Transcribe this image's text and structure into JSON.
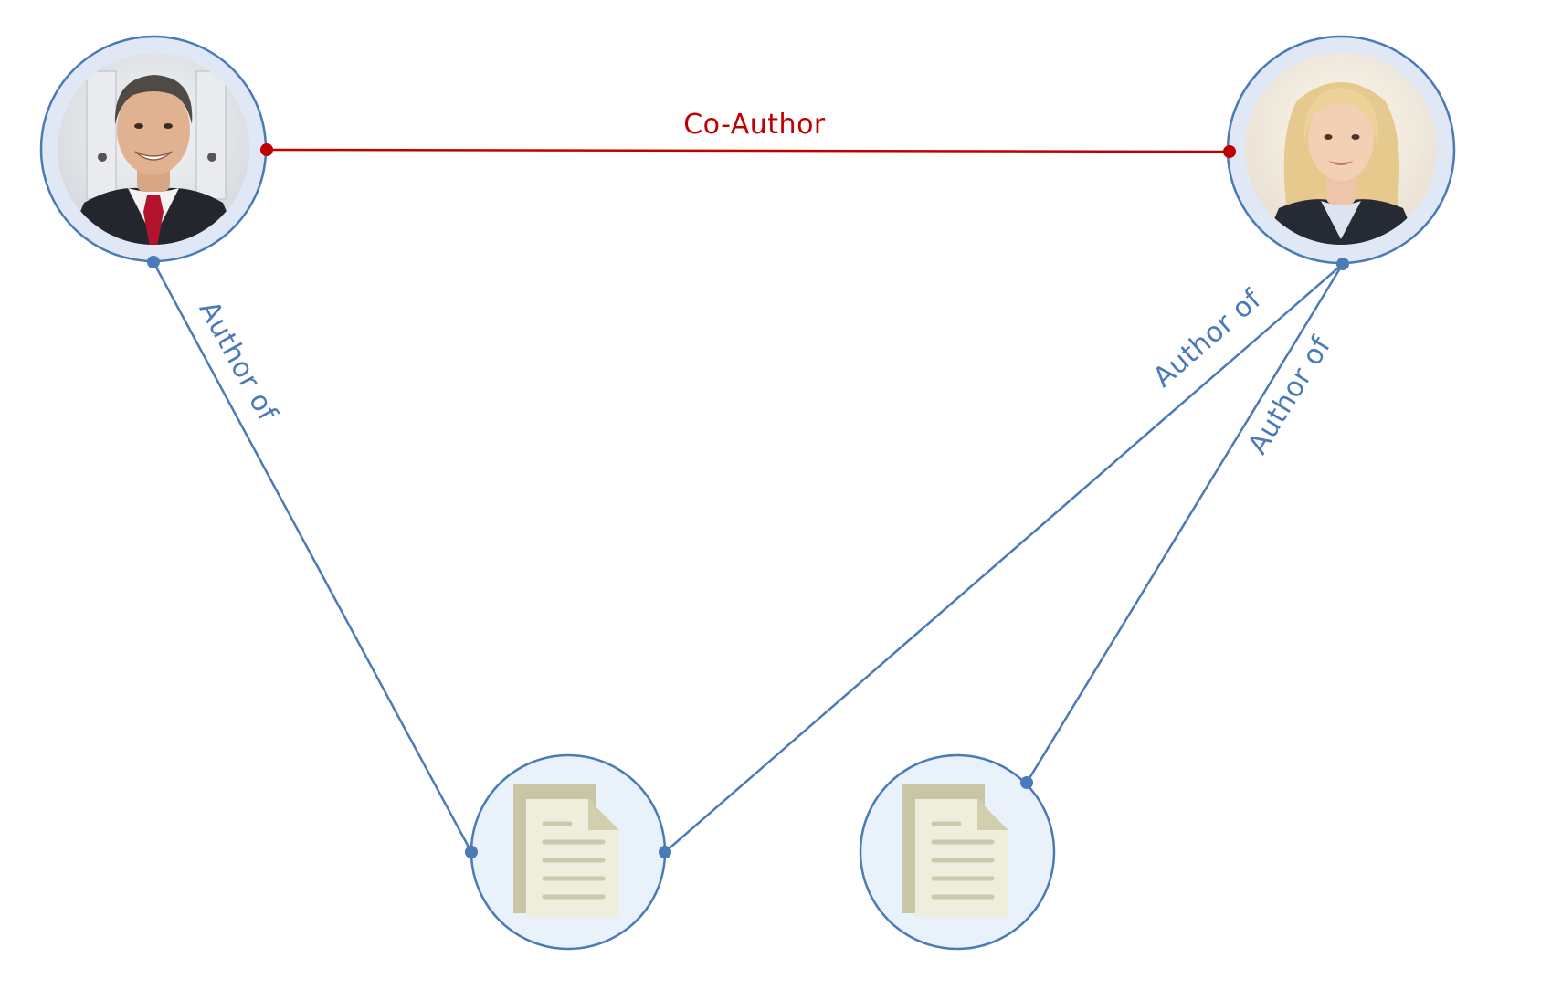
{
  "colors": {
    "author_edge": "#4a7ab8",
    "coauthor_edge": "#c00000",
    "node_ring": "#4a7ab8",
    "node_halo": "#dfe8f4",
    "doc_node_fill": "#e9f1fa",
    "doc_back_page": "#c9c6a5",
    "doc_front_page": "#efeddc",
    "doc_fold": "#d2cfaf",
    "doc_lines": "#cdc9ae"
  },
  "nodes": [
    {
      "id": "person-man",
      "kind": "person",
      "icon": "man-photo-avatar"
    },
    {
      "id": "person-woman",
      "kind": "person",
      "icon": "woman-photo-avatar"
    },
    {
      "id": "document-1",
      "kind": "document",
      "icon": "document-icon"
    },
    {
      "id": "document-2",
      "kind": "document",
      "icon": "document-icon"
    }
  ],
  "edges": [
    {
      "id": "coauthor",
      "from": "person-man",
      "to": "person-woman",
      "label": "Co-Author",
      "style": "coauthor"
    },
    {
      "id": "author-man-doc1",
      "from": "person-man",
      "to": "document-1",
      "label": "Author of",
      "style": "author"
    },
    {
      "id": "author-woman-doc1",
      "from": "person-woman",
      "to": "document-1",
      "label": "Author of",
      "style": "author"
    },
    {
      "id": "author-woman-doc2",
      "from": "person-woman",
      "to": "document-2",
      "label": "Author of",
      "style": "author"
    }
  ]
}
